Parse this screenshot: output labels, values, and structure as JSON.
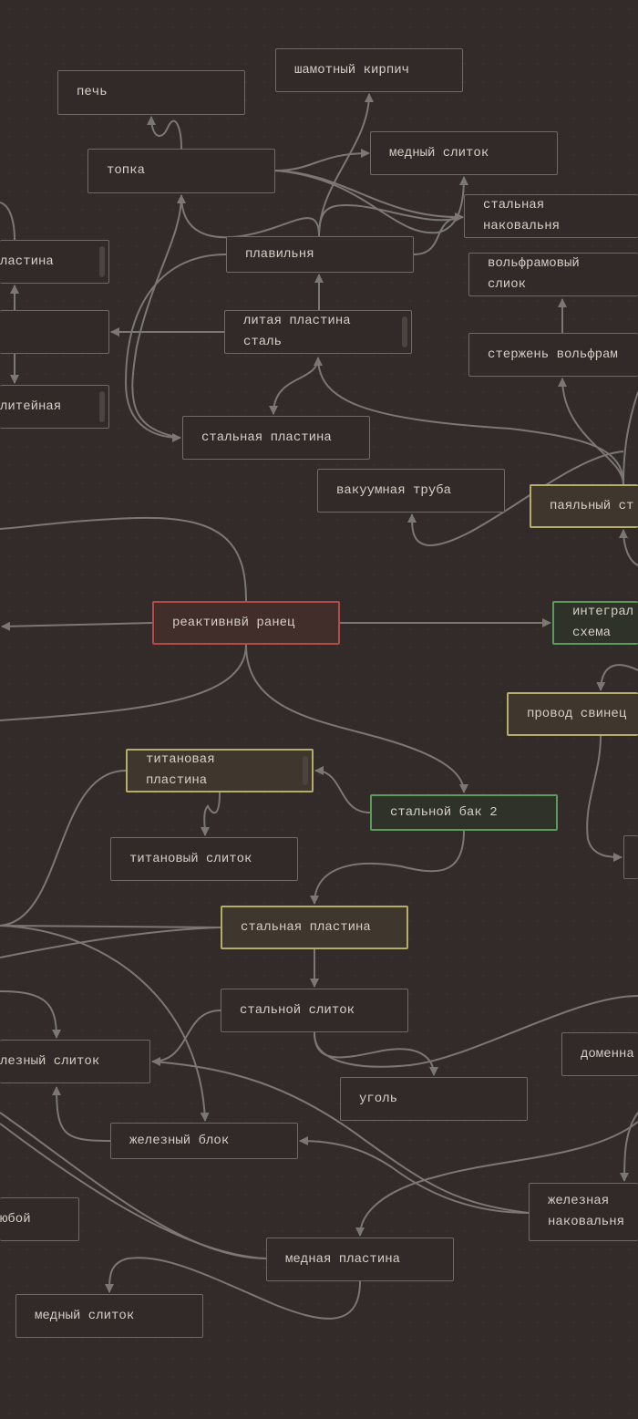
{
  "colors": {
    "background": "#322b29",
    "edge": "#7b7775",
    "default_border": "#6f6a66",
    "yellow": "#b5ad6a",
    "red": "#b14b47",
    "green": "#5c9a5c"
  },
  "nodes": {
    "pech": "печь",
    "shamot": "шамотный кирпич",
    "topka": "топка",
    "copper_ingot_top": "медный слиток",
    "steel_anvil": "стальная\nнаковальня",
    "plate_left": "ластина",
    "smelter": "плавильня",
    "tungsten_ingot": "вольфрамовый\nслиок",
    "cast_plate_steel": "литая пластина\nсталь",
    "tungsten_rod": "стержень вольфрам",
    "casting_left": "литейная",
    "steel_plate_top": "стальная пластина",
    "vacuum_tube": "вакуумная труба",
    "soldering": "паяльный ст",
    "jetpack": "реактивнвй ранец",
    "integrated_circuit": "интеграл\nсхема",
    "lead_wire": "провод свинец",
    "titanium_plate": "титановая\nпластина",
    "steel_tank": "стальной бак 2",
    "titanium_ingot": "титановый слиток",
    "steel_plate_mid": "стальная пластина",
    "steel_ingot": "стальной слиток",
    "blast_furnace": "доменна",
    "iron_ingot": "лезный слиток",
    "coal": "уголь",
    "iron_block": "железный блок",
    "iron_anvil": "железная\nнаковальня",
    "any": "юбой",
    "copper_plate": "медная пластина",
    "copper_ingot_bottom": "медный слиток"
  }
}
